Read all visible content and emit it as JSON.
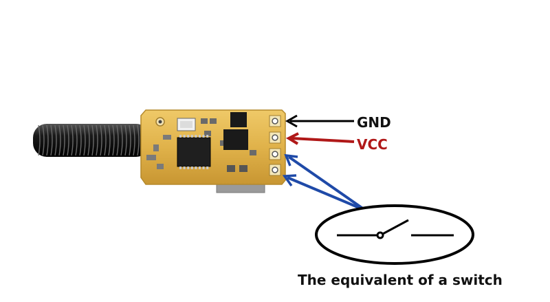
{
  "labels": {
    "gnd": "GND",
    "vcc": "VCC",
    "caption": "The equivalent of a switch"
  },
  "colors": {
    "gnd_arrow": "#000000",
    "vcc_arrow": "#b01818",
    "vcc_text": "#b01818",
    "switch_arrows": "#1f4aa8",
    "pcb": "#e0b24a",
    "antenna": "#1a1a1a"
  },
  "icons": {
    "antenna": "coiled-spring-antenna-icon",
    "module": "rf-receiver-pcb-icon",
    "switch": "open-switch-symbol-icon"
  }
}
